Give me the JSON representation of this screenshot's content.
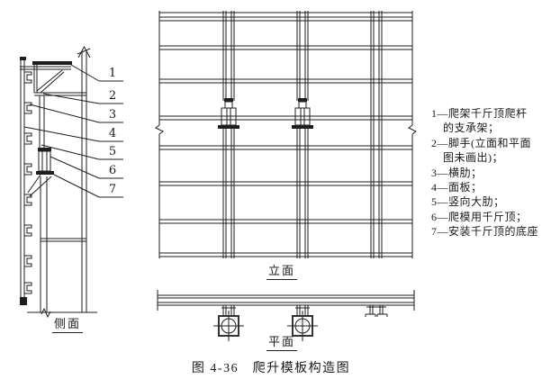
{
  "figure": {
    "caption": "图 4-36　爬升模板构造图",
    "view_labels": {
      "side": "侧面",
      "elevation": "立面",
      "plan": "平面"
    }
  },
  "callouts": [
    "1",
    "2",
    "3",
    "4",
    "5",
    "6",
    "7"
  ],
  "legend": {
    "lines": [
      {
        "text": "1—爬架千斤顶爬杆",
        "indent": false
      },
      {
        "text": "的支承架；",
        "indent": true
      },
      {
        "text": "2—脚手(立面和平面",
        "indent": false
      },
      {
        "text": "图未画出)；",
        "indent": true
      },
      {
        "text": "3—横肋；",
        "indent": false
      },
      {
        "text": "4—面板；",
        "indent": false
      },
      {
        "text": "5—竖向大肋；",
        "indent": false
      },
      {
        "text": "6—爬模用千斤顶；",
        "indent": false
      },
      {
        "text": "7—安装千斤顶的底座",
        "indent": false
      }
    ]
  },
  "colors": {
    "line": "#1e1e1e",
    "background": "#ffffff",
    "text": "#1a1a1a"
  }
}
